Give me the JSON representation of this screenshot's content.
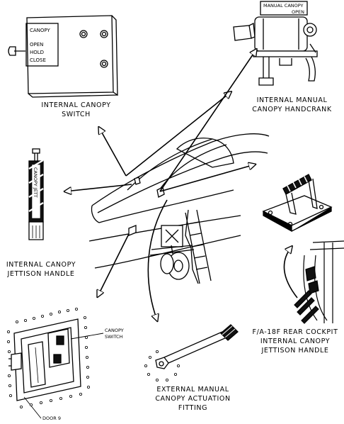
{
  "switch_panel": {
    "title": "CANOPY",
    "options": [
      "OPEN",
      "HOLD",
      "CLOSE"
    ]
  },
  "handcrank_placard": {
    "lines": [
      "MANUAL CANOPY",
      "OPEN"
    ]
  },
  "jettison_handle_text": "CANOPY JETT",
  "door_labels": {
    "canopy_switch": [
      "CANOPY",
      "SWITCH"
    ],
    "door": "DOOR 9"
  },
  "captions": {
    "internal_switch": [
      "INTERNAL CANOPY",
      "SWITCH"
    ],
    "internal_handcrank": [
      "INTERNAL MANUAL",
      "CANOPY HANDCRANK"
    ],
    "internal_jettison": [
      "INTERNAL CANOPY",
      "JETTISON HANDLE"
    ],
    "rear_cockpit": [
      "F/A-18F REAR COCKPIT",
      "INTERNAL CANOPY",
      "JETTISON HANDLE"
    ],
    "external_fitting": [
      "EXTERNAL MANUAL",
      "CANOPY ACTUATION",
      "FITTING"
    ]
  }
}
